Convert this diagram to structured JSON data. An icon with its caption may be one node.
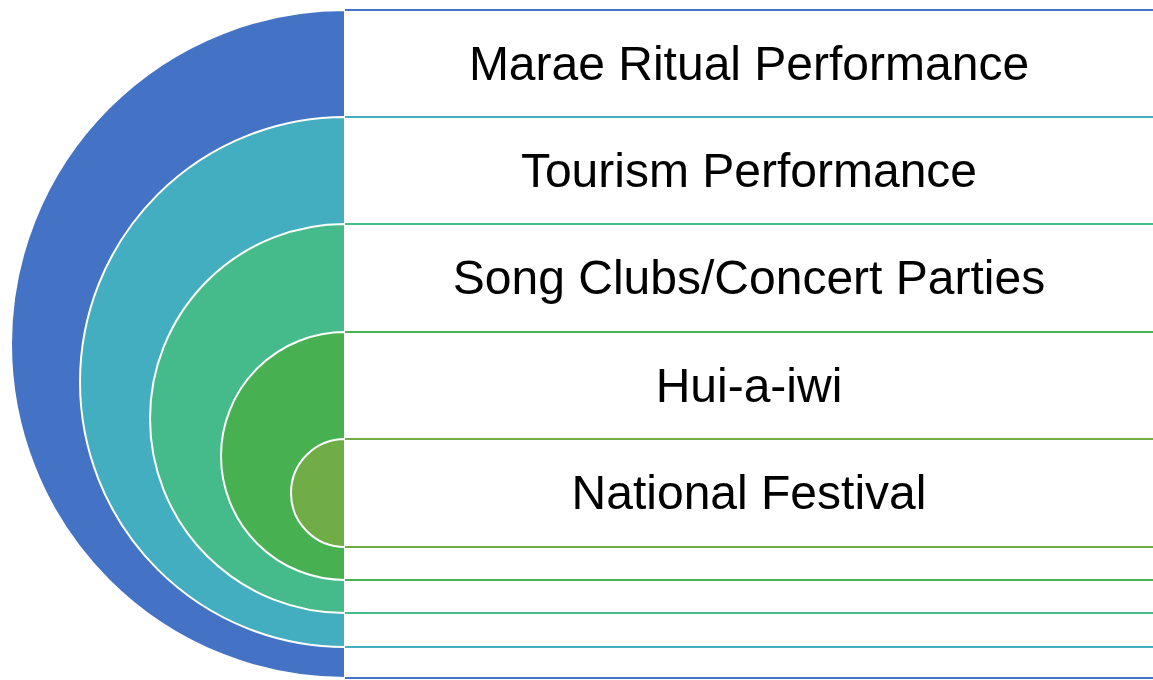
{
  "diagram": {
    "nodes": [
      {
        "text": [
          "Marae Ritual Performance"
        ]
      },
      {
        "text": [
          "Tourism Performance"
        ],
        "in": 0
      },
      {
        "text": [
          "Song Clubs/Concert Parties"
        ],
        "in": 1
      },
      {
        "text": [
          "Hui-a-iwi"
        ],
        "in": 2
      },
      {
        "text": [
          "National Festival"
        ],
        "in": 3
      }
    ]
  }
}
